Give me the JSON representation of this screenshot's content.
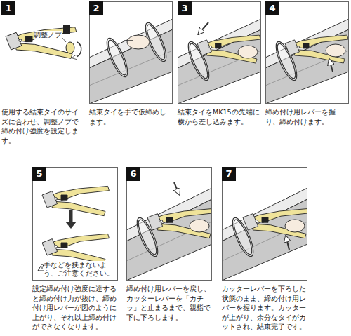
{
  "diagram": {
    "nodes": [
      {
        "text": [
          "1",
          "使用する結束タイのサイズに合わせ、調整ノブで締め付け強度を設定します。"
        ]
      },
      {
        "text": [
          "2",
          "結束タイを手で仮締めします。"
        ]
      },
      {
        "text": [
          "3",
          "結束タイをMK15の先端に横から差し込みます。"
        ]
      },
      {
        "text": [
          "4",
          "締め付け用レバーを握り、締め付けます。"
        ]
      },
      {
        "text": [
          "5",
          "手などを挟まないよう、ご注意ください。",
          "設定締め付け強度に達すると締め付け力が抜け、締め付け用レバーが図のように上がり、それ以上締め付けができなくなります。"
        ]
      },
      {
        "text": [
          "6",
          "締め付け用レバーを戻し、カッターレバーを「カチッ」と止まるまで、親指で下に下ろします。"
        ]
      },
      {
        "text": [
          "7",
          "カッターレバーを下ろした状態のまま、締め付け用レバーを握ります。カッターが上がり、余分なタイがカットされ、結束完了です。"
        ]
      }
    ],
    "labels": [
      "調整ノブ"
    ]
  }
}
